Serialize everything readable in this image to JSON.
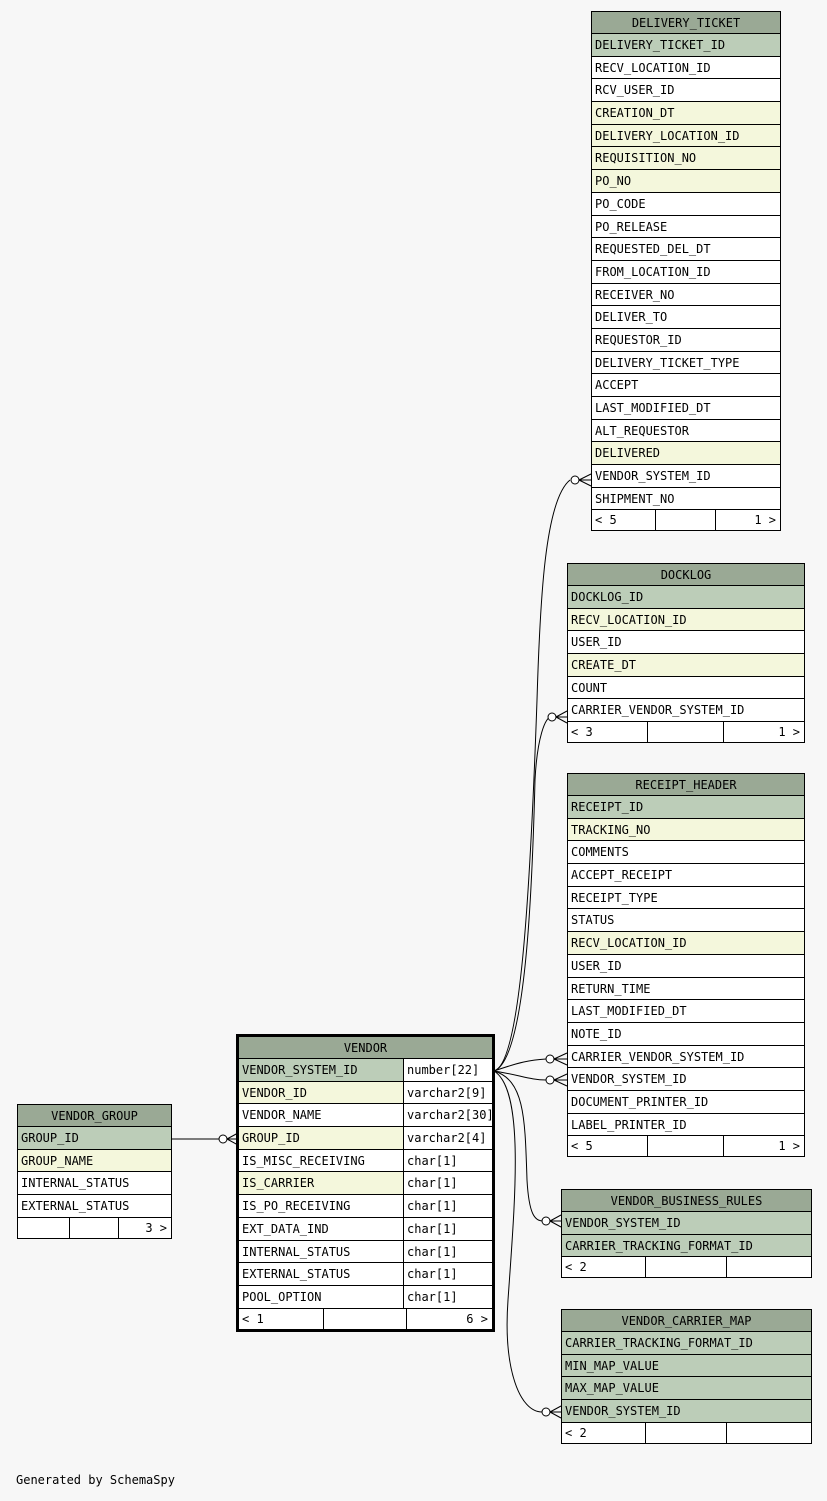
{
  "credit": "Generated by SchemaSpy",
  "colors": {
    "background": "#f7f7f7",
    "header": "#9aa995",
    "primary_key": "#bccdb8",
    "indexed": "#f4f7dc",
    "plain": "#ffffff"
  },
  "tables": {
    "delivery_ticket": {
      "name": "DELIVERY_TICKET",
      "columns": [
        {
          "name": "DELIVERY_TICKET_ID",
          "kind": "pk"
        },
        {
          "name": "RECV_LOCATION_ID",
          "kind": "plain"
        },
        {
          "name": "RCV_USER_ID",
          "kind": "plain"
        },
        {
          "name": "CREATION_DT",
          "kind": "idx"
        },
        {
          "name": "DELIVERY_LOCATION_ID",
          "kind": "idx"
        },
        {
          "name": "REQUISITION_NO",
          "kind": "idx"
        },
        {
          "name": "PO_NO",
          "kind": "idx"
        },
        {
          "name": "PO_CODE",
          "kind": "plain"
        },
        {
          "name": "PO_RELEASE",
          "kind": "plain"
        },
        {
          "name": "REQUESTED_DEL_DT",
          "kind": "plain"
        },
        {
          "name": "FROM_LOCATION_ID",
          "kind": "plain"
        },
        {
          "name": "RECEIVER_NO",
          "kind": "plain"
        },
        {
          "name": "DELIVER_TO",
          "kind": "plain"
        },
        {
          "name": "REQUESTOR_ID",
          "kind": "plain"
        },
        {
          "name": "DELIVERY_TICKET_TYPE",
          "kind": "plain"
        },
        {
          "name": "ACCEPT",
          "kind": "plain"
        },
        {
          "name": "LAST_MODIFIED_DT",
          "kind": "plain"
        },
        {
          "name": "ALT_REQUESTOR",
          "kind": "plain"
        },
        {
          "name": "DELIVERED",
          "kind": "idx"
        },
        {
          "name": "VENDOR_SYSTEM_ID",
          "kind": "plain"
        },
        {
          "name": "SHIPMENT_NO",
          "kind": "plain"
        }
      ],
      "footer": {
        "parents": "< 5",
        "middle": "",
        "children": "1 >"
      }
    },
    "docklog": {
      "name": "DOCKLOG",
      "columns": [
        {
          "name": "DOCKLOG_ID",
          "kind": "pk"
        },
        {
          "name": "RECV_LOCATION_ID",
          "kind": "idx"
        },
        {
          "name": "USER_ID",
          "kind": "plain"
        },
        {
          "name": "CREATE_DT",
          "kind": "idx"
        },
        {
          "name": "COUNT",
          "kind": "plain"
        },
        {
          "name": "CARRIER_VENDOR_SYSTEM_ID",
          "kind": "plain"
        }
      ],
      "footer": {
        "parents": "< 3",
        "middle": "",
        "children": "1 >"
      }
    },
    "receipt_header": {
      "name": "RECEIPT_HEADER",
      "columns": [
        {
          "name": "RECEIPT_ID",
          "kind": "pk"
        },
        {
          "name": "TRACKING_NO",
          "kind": "idx"
        },
        {
          "name": "COMMENTS",
          "kind": "plain"
        },
        {
          "name": "ACCEPT_RECEIPT",
          "kind": "plain"
        },
        {
          "name": "RECEIPT_TYPE",
          "kind": "plain"
        },
        {
          "name": "STATUS",
          "kind": "plain"
        },
        {
          "name": "RECV_LOCATION_ID",
          "kind": "idx"
        },
        {
          "name": "USER_ID",
          "kind": "plain"
        },
        {
          "name": "RETURN_TIME",
          "kind": "plain"
        },
        {
          "name": "LAST_MODIFIED_DT",
          "kind": "plain"
        },
        {
          "name": "NOTE_ID",
          "kind": "plain"
        },
        {
          "name": "CARRIER_VENDOR_SYSTEM_ID",
          "kind": "plain"
        },
        {
          "name": "VENDOR_SYSTEM_ID",
          "kind": "plain"
        },
        {
          "name": "DOCUMENT_PRINTER_ID",
          "kind": "plain"
        },
        {
          "name": "LABEL_PRINTER_ID",
          "kind": "plain"
        }
      ],
      "footer": {
        "parents": "< 5",
        "middle": "",
        "children": "1 >"
      }
    },
    "vendor_business_rules": {
      "name": "VENDOR_BUSINESS_RULES",
      "columns": [
        {
          "name": "VENDOR_SYSTEM_ID",
          "kind": "pk"
        },
        {
          "name": "CARRIER_TRACKING_FORMAT_ID",
          "kind": "pk"
        }
      ],
      "footer": {
        "parents": "< 2",
        "middle": "",
        "children": ""
      }
    },
    "vendor_carrier_map": {
      "name": "VENDOR_CARRIER_MAP",
      "columns": [
        {
          "name": "CARRIER_TRACKING_FORMAT_ID",
          "kind": "pk"
        },
        {
          "name": "MIN_MAP_VALUE",
          "kind": "pk"
        },
        {
          "name": "MAX_MAP_VALUE",
          "kind": "pk"
        },
        {
          "name": "VENDOR_SYSTEM_ID",
          "kind": "pk"
        }
      ],
      "footer": {
        "parents": "< 2",
        "middle": "",
        "children": ""
      }
    },
    "vendor": {
      "name": "VENDOR",
      "columns": [
        {
          "name": "VENDOR_SYSTEM_ID",
          "type": "number[22]",
          "kind": "pk"
        },
        {
          "name": "VENDOR_ID",
          "type": "varchar2[9]",
          "kind": "idx"
        },
        {
          "name": "VENDOR_NAME",
          "type": "varchar2[30]",
          "kind": "plain"
        },
        {
          "name": "GROUP_ID",
          "type": "varchar2[4]",
          "kind": "idx"
        },
        {
          "name": "IS_MISC_RECEIVING",
          "type": "char[1]",
          "kind": "plain"
        },
        {
          "name": "IS_CARRIER",
          "type": "char[1]",
          "kind": "idx"
        },
        {
          "name": "IS_PO_RECEIVING",
          "type": "char[1]",
          "kind": "plain"
        },
        {
          "name": "EXT_DATA_IND",
          "type": "char[1]",
          "kind": "plain"
        },
        {
          "name": "INTERNAL_STATUS",
          "type": "char[1]",
          "kind": "plain"
        },
        {
          "name": "EXTERNAL_STATUS",
          "type": "char[1]",
          "kind": "plain"
        },
        {
          "name": "POOL_OPTION",
          "type": "char[1]",
          "kind": "plain"
        }
      ],
      "footer": {
        "parents": "< 1",
        "middle": "",
        "children": "6 >"
      }
    },
    "vendor_group": {
      "name": "VENDOR_GROUP",
      "columns": [
        {
          "name": "GROUP_ID",
          "kind": "pk"
        },
        {
          "name": "GROUP_NAME",
          "kind": "idx"
        },
        {
          "name": "INTERNAL_STATUS",
          "kind": "plain"
        },
        {
          "name": "EXTERNAL_STATUS",
          "kind": "plain"
        }
      ],
      "footer": {
        "parents": "",
        "middle": "",
        "children": "3 >"
      }
    }
  }
}
